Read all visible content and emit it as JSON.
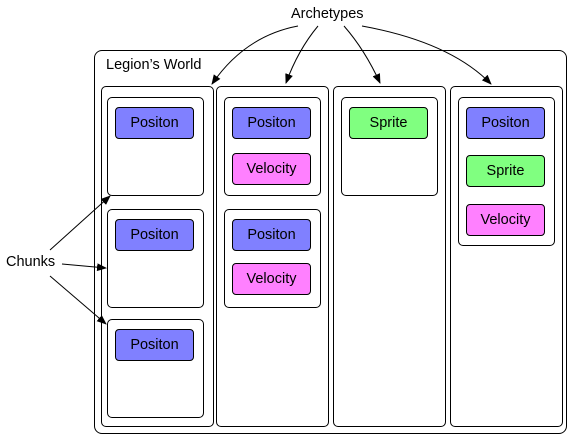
{
  "labels": {
    "archetypes": "Archetypes",
    "world_title": "Legion’s World",
    "chunks": "Chunks"
  },
  "archetypes": [
    {
      "chunks": [
        [
          "Positon"
        ],
        [
          "Positon"
        ],
        [
          "Positon"
        ]
      ]
    },
    {
      "chunks": [
        [
          "Positon",
          "Velocity"
        ],
        [
          "Positon",
          "Velocity"
        ]
      ]
    },
    {
      "chunks": [
        [
          "Sprite"
        ]
      ]
    },
    {
      "chunks": [
        [
          "Positon",
          "Sprite",
          "Velocity"
        ]
      ]
    }
  ],
  "colors": {
    "position": "#8080ff",
    "velocity": "#ff80ff",
    "sprite": "#80ff80"
  }
}
